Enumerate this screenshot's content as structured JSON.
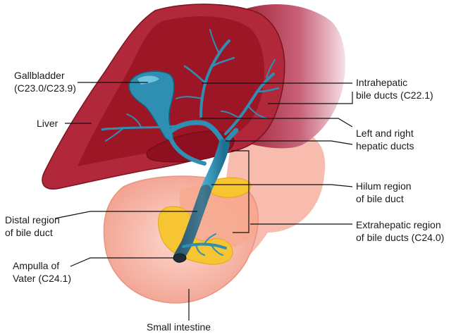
{
  "labels": {
    "gallbladder": {
      "line1": "Gallbladder",
      "line2": "(C23.0/C23.9)"
    },
    "liver": {
      "line1": "Liver"
    },
    "distal": {
      "line1": "Distal region",
      "line2": "of bile duct"
    },
    "ampulla": {
      "line1": "Ampulla of",
      "line2": "Vater (C24.1)"
    },
    "small_intestine": {
      "line1": "Small intestine"
    },
    "intrahepatic": {
      "line1": "Intrahepatic",
      "line2": "bile ducts (C22.1)"
    },
    "hepatic_ducts": {
      "line1": "Left and right",
      "line2": "hepatic ducts"
    },
    "hilum": {
      "line1": "Hilum region",
      "line2": "of bile duct"
    },
    "extrahepatic": {
      "line1": "Extrahepatic region",
      "line2": "of bile ducts (C24.0)"
    }
  },
  "colors": {
    "liver_dark": "#8e1020",
    "liver_mid": "#b52a3a",
    "liver_light": "#e9a4b4",
    "intestine": "#f7b7a8",
    "pancreas_fat": "#f6c531",
    "duct_blue": "#2f8fb3",
    "duct_dark": "#3a4a57"
  }
}
